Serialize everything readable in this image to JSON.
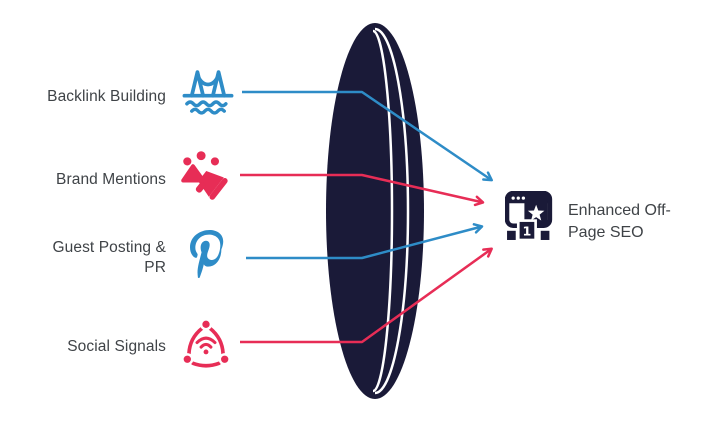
{
  "diagram": {
    "type": "funnel-lens-flow",
    "background": "#FFFFFF",
    "colors": {
      "blue": "#2E8CC7",
      "red": "#E72D56",
      "navy": "#1A1A38",
      "text": "#3F4347"
    },
    "sources": [
      {
        "label_lines": [
          "Backlink Building"
        ],
        "icon": "bridge-icon",
        "line_color": "#2E8CC7"
      },
      {
        "label_lines": [
          "Brand Mentions"
        ],
        "icon": "megaphone-confetti-icon",
        "line_color": "#E72D56"
      },
      {
        "label_lines": [
          "Guest Posting &",
          "PR"
        ],
        "icon": "pinterest-icon",
        "line_color": "#2E8CC7"
      },
      {
        "label_lines": [
          "Social Signals"
        ],
        "icon": "social-network-icon",
        "line_color": "#E72D56"
      }
    ],
    "result": {
      "label_lines": [
        "Enhanced Off-",
        "Page SEO"
      ],
      "icon": "top-ranking-browser-icon"
    }
  }
}
